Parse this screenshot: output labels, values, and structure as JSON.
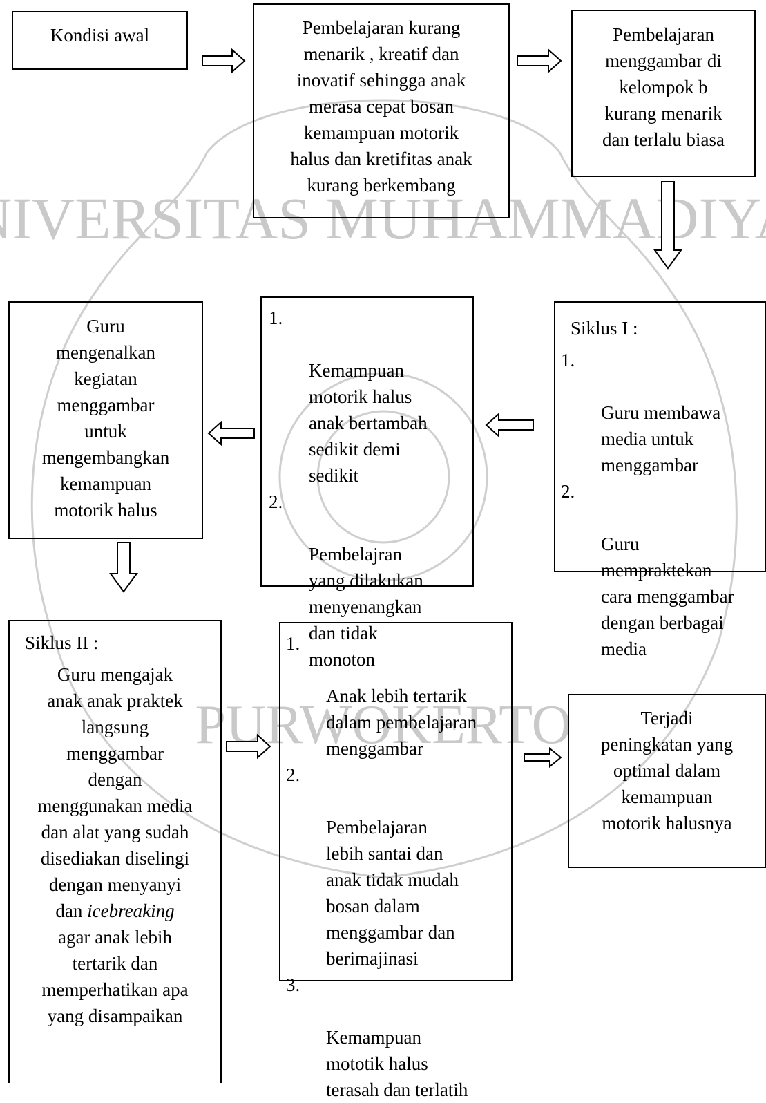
{
  "watermark": {
    "text_top": "UNIVERSITAS MUHAMMADIYAH",
    "text_bottom": "PURWOKERTO",
    "color": "#c9c9c9"
  },
  "nodes": {
    "kondisi_awal": {
      "text": "Kondisi awal"
    },
    "problem": {
      "text": "Pembelajaran kurang\nmenarik , kreatif dan\ninovatif sehingga anak\nmerasa cepat bosan\nkemampuan motorik\nhalus dan kretifitas anak\nkurang berkembang"
    },
    "menggambar_b": {
      "text": "Pembelajaran\nmenggambar di\nkelompok b\nkurang menarik\ndan terlalu biasa"
    },
    "siklus1": {
      "heading": "Siklus I :",
      "items": [
        {
          "num": "1.",
          "text": "Guru membawa\nmedia untuk\nmenggambar"
        },
        {
          "num": "2.",
          "text": "Guru\nmempraktekan\ncara menggambar\ndengan berbagai\nmedia"
        }
      ]
    },
    "hasil1": {
      "items": [
        {
          "num": "1.",
          "text": "Kemampuan\nmotorik halus\nanak bertambah\nsedikit demi\nsedikit"
        },
        {
          "num": "2.",
          "text": "Pembelajran\nyang dilakukan\nmenyenangkan\ndan tidak\nmonoton"
        }
      ]
    },
    "guru_mengenalkan": {
      "text": "Guru\nmengenalkan\nkegiatan\nmenggambar\nuntuk\nmengembangkan\nkemampuan\nmotorik halus"
    },
    "siklus2": {
      "heading": "Siklus II :",
      "text_before_italic": "Guru mengajak\nanak anak praktek\nlangsung\nmenggambar\ndengan\nmenggunakan media\ndan alat yang sudah\ndisediakan diselingi\ndengan menyanyi\ndan ",
      "italic_text": "icebreaking",
      "text_after_italic": "\nagar anak lebih\ntertarik dan\nmemperhatikan apa\nyang disampaikan"
    },
    "hasil2": {
      "items": [
        {
          "num": "1.",
          "text": "Anak lebih tertarik\ndalam pembelajaran\nmenggambar"
        },
        {
          "num": "2.",
          "text": "Pembelajaran\nlebih santai dan\nanak tidak mudah\nbosan dalam\nmenggambar dan\nberimajinasi"
        },
        {
          "num": "3.",
          "text": "Kemampuan\nmototik halus\nterasah dan terlatih"
        }
      ]
    },
    "hasil_akhir": {
      "text": "Terjadi\npeningkatan yang\noptimal dalam\nkemampuan\nmotorik halusnya"
    }
  },
  "edges": [
    {
      "from": "kondisi_awal",
      "to": "problem",
      "direction": "right"
    },
    {
      "from": "problem",
      "to": "menggambar_b",
      "direction": "right"
    },
    {
      "from": "menggambar_b",
      "to": "siklus1",
      "direction": "down"
    },
    {
      "from": "siklus1",
      "to": "hasil1",
      "direction": "left"
    },
    {
      "from": "hasil1",
      "to": "guru_mengenalkan",
      "direction": "left"
    },
    {
      "from": "guru_mengenalkan",
      "to": "siklus2",
      "direction": "down"
    },
    {
      "from": "siklus2",
      "to": "hasil2",
      "direction": "right"
    },
    {
      "from": "hasil2",
      "to": "hasil_akhir",
      "direction": "right"
    }
  ]
}
